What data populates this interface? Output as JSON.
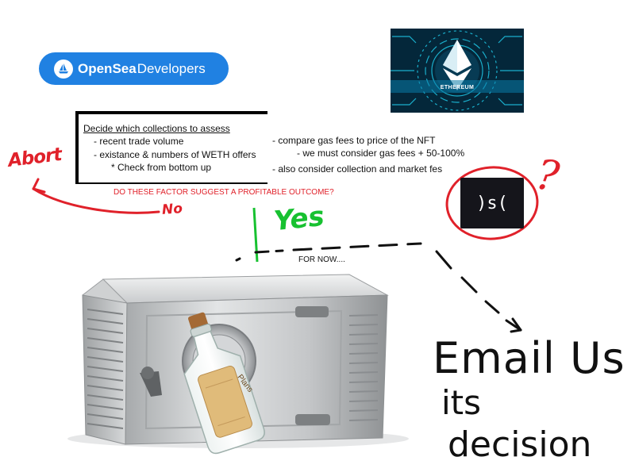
{
  "opensea": {
    "brand": "OpenSea",
    "sub": "Developers",
    "color": "#2081e2",
    "icon": "boat-icon"
  },
  "ethereum": {
    "label": "ETHEREUM",
    "icon": "ethereum-diamond-icon"
  },
  "steps": {
    "title": "Decide which collections to assess",
    "items": [
      "- recent trade volume",
      "- existance & numbers of WETH offers",
      "* Check from bottom up"
    ],
    "notes": [
      "- compare gas fees to price of the NFT",
      "- we must consider gas fees + 50-100%",
      "- also consider collection and market fes"
    ]
  },
  "question": "DO THESE FACTOR SUGGEST A PROFITABLE OUTCOME?",
  "branches": {
    "no_path": "Abort",
    "no": "No",
    "yes": "Yes",
    "for_now": "FOR NOW....",
    "unsure": "?"
  },
  "service": {
    "label": ")s("
  },
  "bottle": {
    "label": "Plans"
  },
  "outcome": {
    "line1": "Email Us",
    "line2": "its",
    "line3": "decision"
  },
  "colors": {
    "red": "#e0212a",
    "green": "#17c130"
  }
}
